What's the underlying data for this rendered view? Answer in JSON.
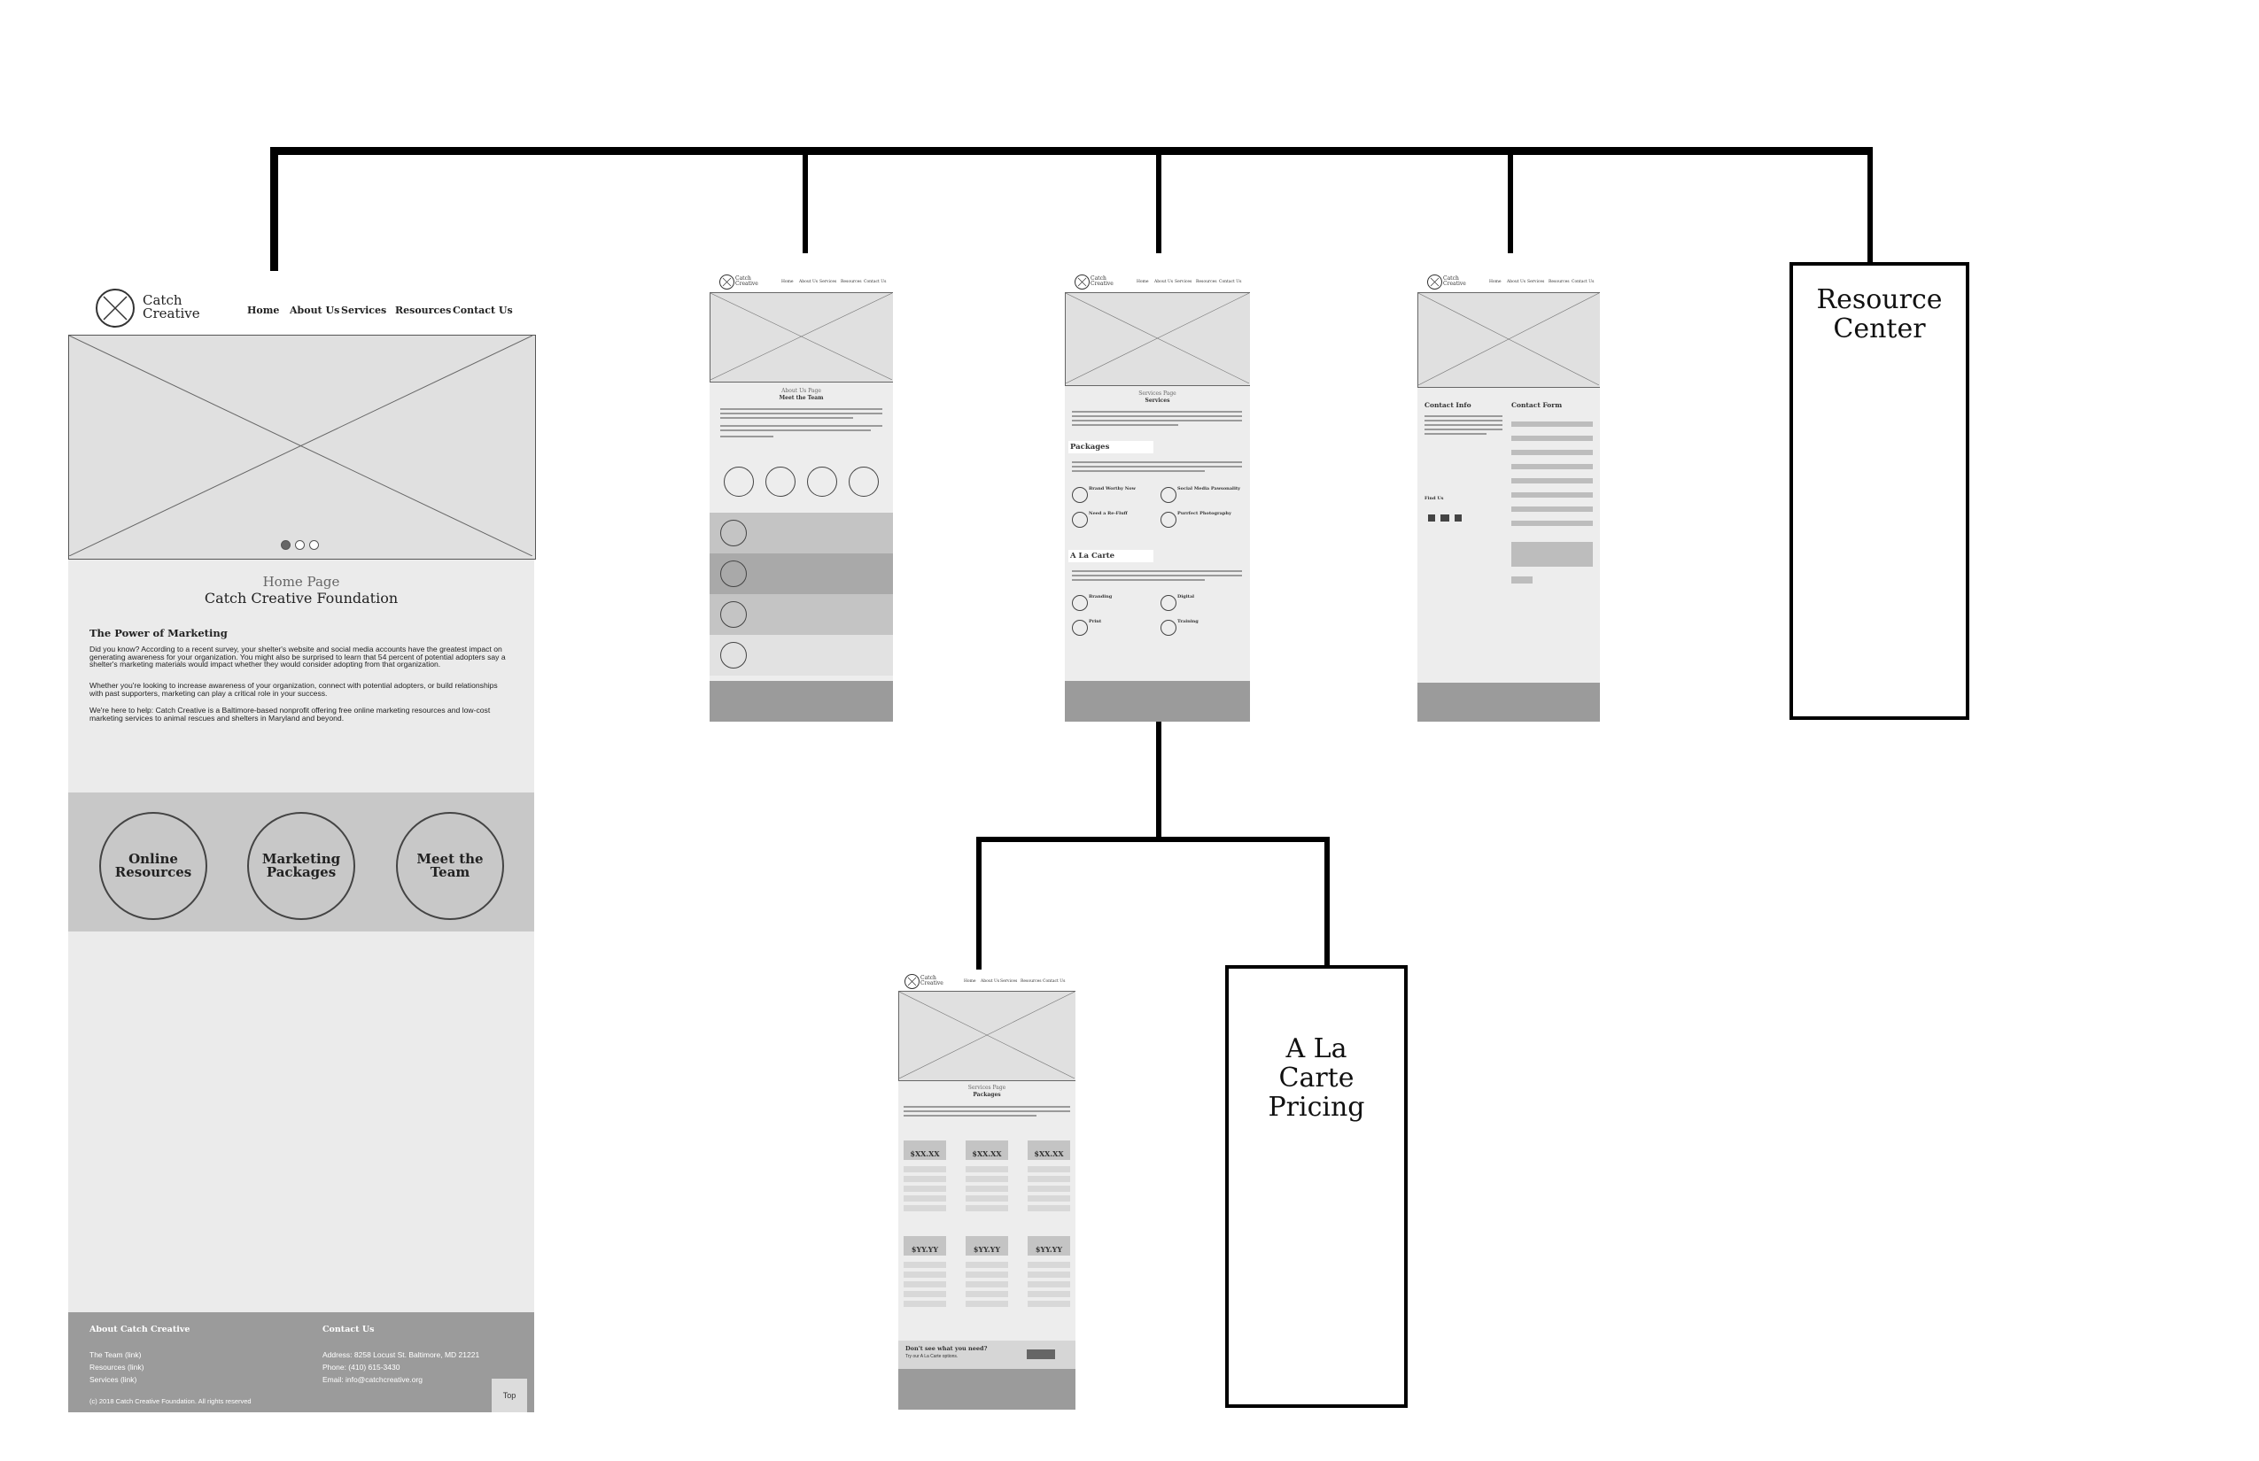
{
  "sitemap": {
    "resource_center": "Resource Center",
    "a_la_carte_pricing": "A La Carte Pricing"
  },
  "home": {
    "logo_line1": "Catch",
    "logo_line2": "Creative",
    "nav": [
      "Home",
      "About Us",
      "Services",
      "Resources",
      "Contact Us"
    ],
    "page_label": "Home Page",
    "page_title": "Catch Creative Foundation",
    "section_heading": "The Power of Marketing",
    "paragraph1": "Did you know? According to a recent survey, your shelter's website and social media accounts have the greatest impact on generating awareness for your organization. You might also be surprised to learn that 54 percent of potential adopters say a shelter's marketing materials would impact whether they would consider adopting from that organization.",
    "paragraph2": "Whether you're looking to increase awareness of your organization, connect with potential adopters, or build relationships with past supporters, marketing can play a critical role in your success.",
    "paragraph3": "We're here to help: Catch Creative is a Baltimore-based nonprofit offering free online marketing resources and low-cost marketing services to animal rescues and shelters in Maryland and beyond.",
    "circles": [
      {
        "line1": "Online",
        "line2": "Resources"
      },
      {
        "line1": "Marketing",
        "line2": "Packages"
      },
      {
        "line1": "Meet the",
        "line2": "Team"
      }
    ],
    "footer": {
      "about_heading": "About Catch Creative",
      "about_links": [
        "The Team (link)",
        "Resources (link)",
        "Services (link)"
      ],
      "contact_heading": "Contact Us",
      "contact_lines": [
        "Address: 8258 Locust St. Baltimore, MD 21221",
        "Phone: (410) 615-3430",
        "Email: info@catchcreative.org"
      ],
      "copyright": "(c) 2018 Catch Creative Foundation. All rights reserved",
      "top_button": "Top"
    }
  },
  "about_page": {
    "logo_line1": "Catch",
    "logo_line2": "Creative",
    "nav": [
      "Home",
      "About Us",
      "Services",
      "Resources",
      "Contact Us"
    ],
    "page_label": "About Us Page",
    "page_title": "Meet the Team"
  },
  "services_page": {
    "logo_line1": "Catch",
    "logo_line2": "Creative",
    "nav": [
      "Home",
      "About Us",
      "Services",
      "Resources",
      "Contact Us"
    ],
    "page_label": "Services Page",
    "page_title": "Services",
    "packages_heading": "Packages",
    "packages": [
      "Brand Worthy Now",
      "Social Media Pawsonality",
      "Need a Re-Fluff",
      "Purrfect Photography"
    ],
    "alacarte_heading": "A La Carte",
    "alacarte": [
      "Branding",
      "Digital",
      "Print",
      "Training"
    ]
  },
  "contact_page": {
    "logo_line1": "Catch",
    "logo_line2": "Creative",
    "nav": [
      "Home",
      "About Us",
      "Services",
      "Resources",
      "Contact Us"
    ],
    "info_heading": "Contact Info",
    "form_heading": "Contact Form",
    "find_us": "Find Us"
  },
  "packages_page": {
    "logo_line1": "Catch",
    "logo_line2": "Creative",
    "nav": [
      "Home",
      "About Us",
      "Services",
      "Resources",
      "Contact Us"
    ],
    "page_label": "Services Page",
    "page_title": "Packages",
    "row1_price": "$XX.XX",
    "row2_price": "$YY.YY",
    "cta_heading": "Don't see what you need?",
    "cta_sub": "Try our A La Carte options."
  }
}
